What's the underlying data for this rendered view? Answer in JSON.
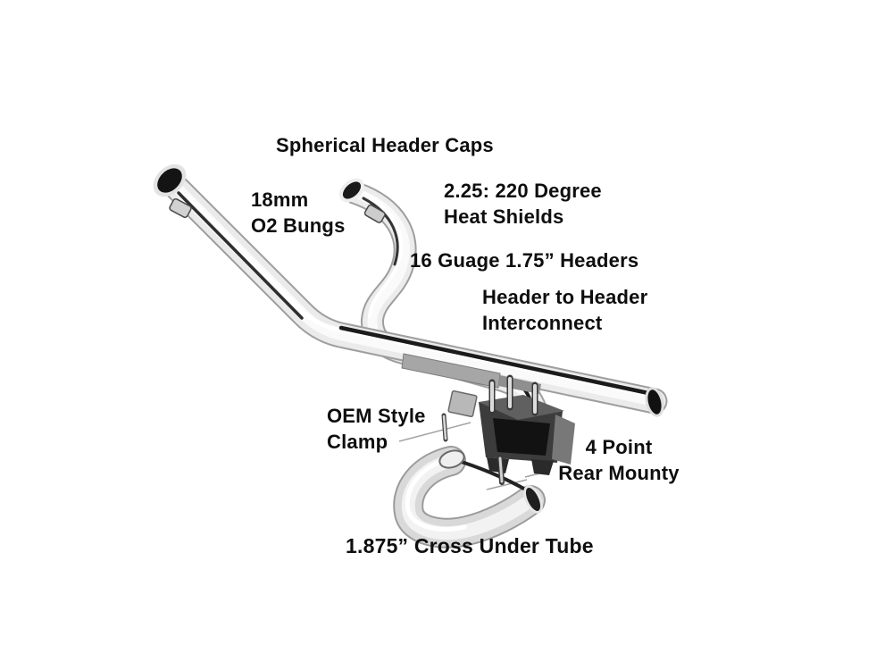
{
  "diagram": {
    "subject": "Chrome motorcycle exhaust header system with annotated parts",
    "background": "#ffffff",
    "labels": {
      "spherical_caps": "Spherical Header Caps",
      "o2_bungs": "18mm\nO2 Bungs",
      "heat_shields": "2.25: 220 Degree\nHeat Shields",
      "headers": "16 Guage 1.75” Headers",
      "interconnect": "Header to Header\nInterconnect",
      "oem_clamp": "OEM Style\nClamp",
      "rear_mount": "4 Point\nRear Mounty",
      "cross_under_tube": "1.875” Cross Under Tube"
    },
    "colors": {
      "text": "#0e0e0e",
      "chrome_light": "#fafafa",
      "chrome_mid": "#ececec",
      "chrome_edge": "#9e9e9e",
      "chrome_reflection": "#1b1b1b",
      "bracket_dark": "#3c3c3c",
      "bracket_shadow": "#121212",
      "clamp_gray": "#a6a6a6"
    }
  }
}
